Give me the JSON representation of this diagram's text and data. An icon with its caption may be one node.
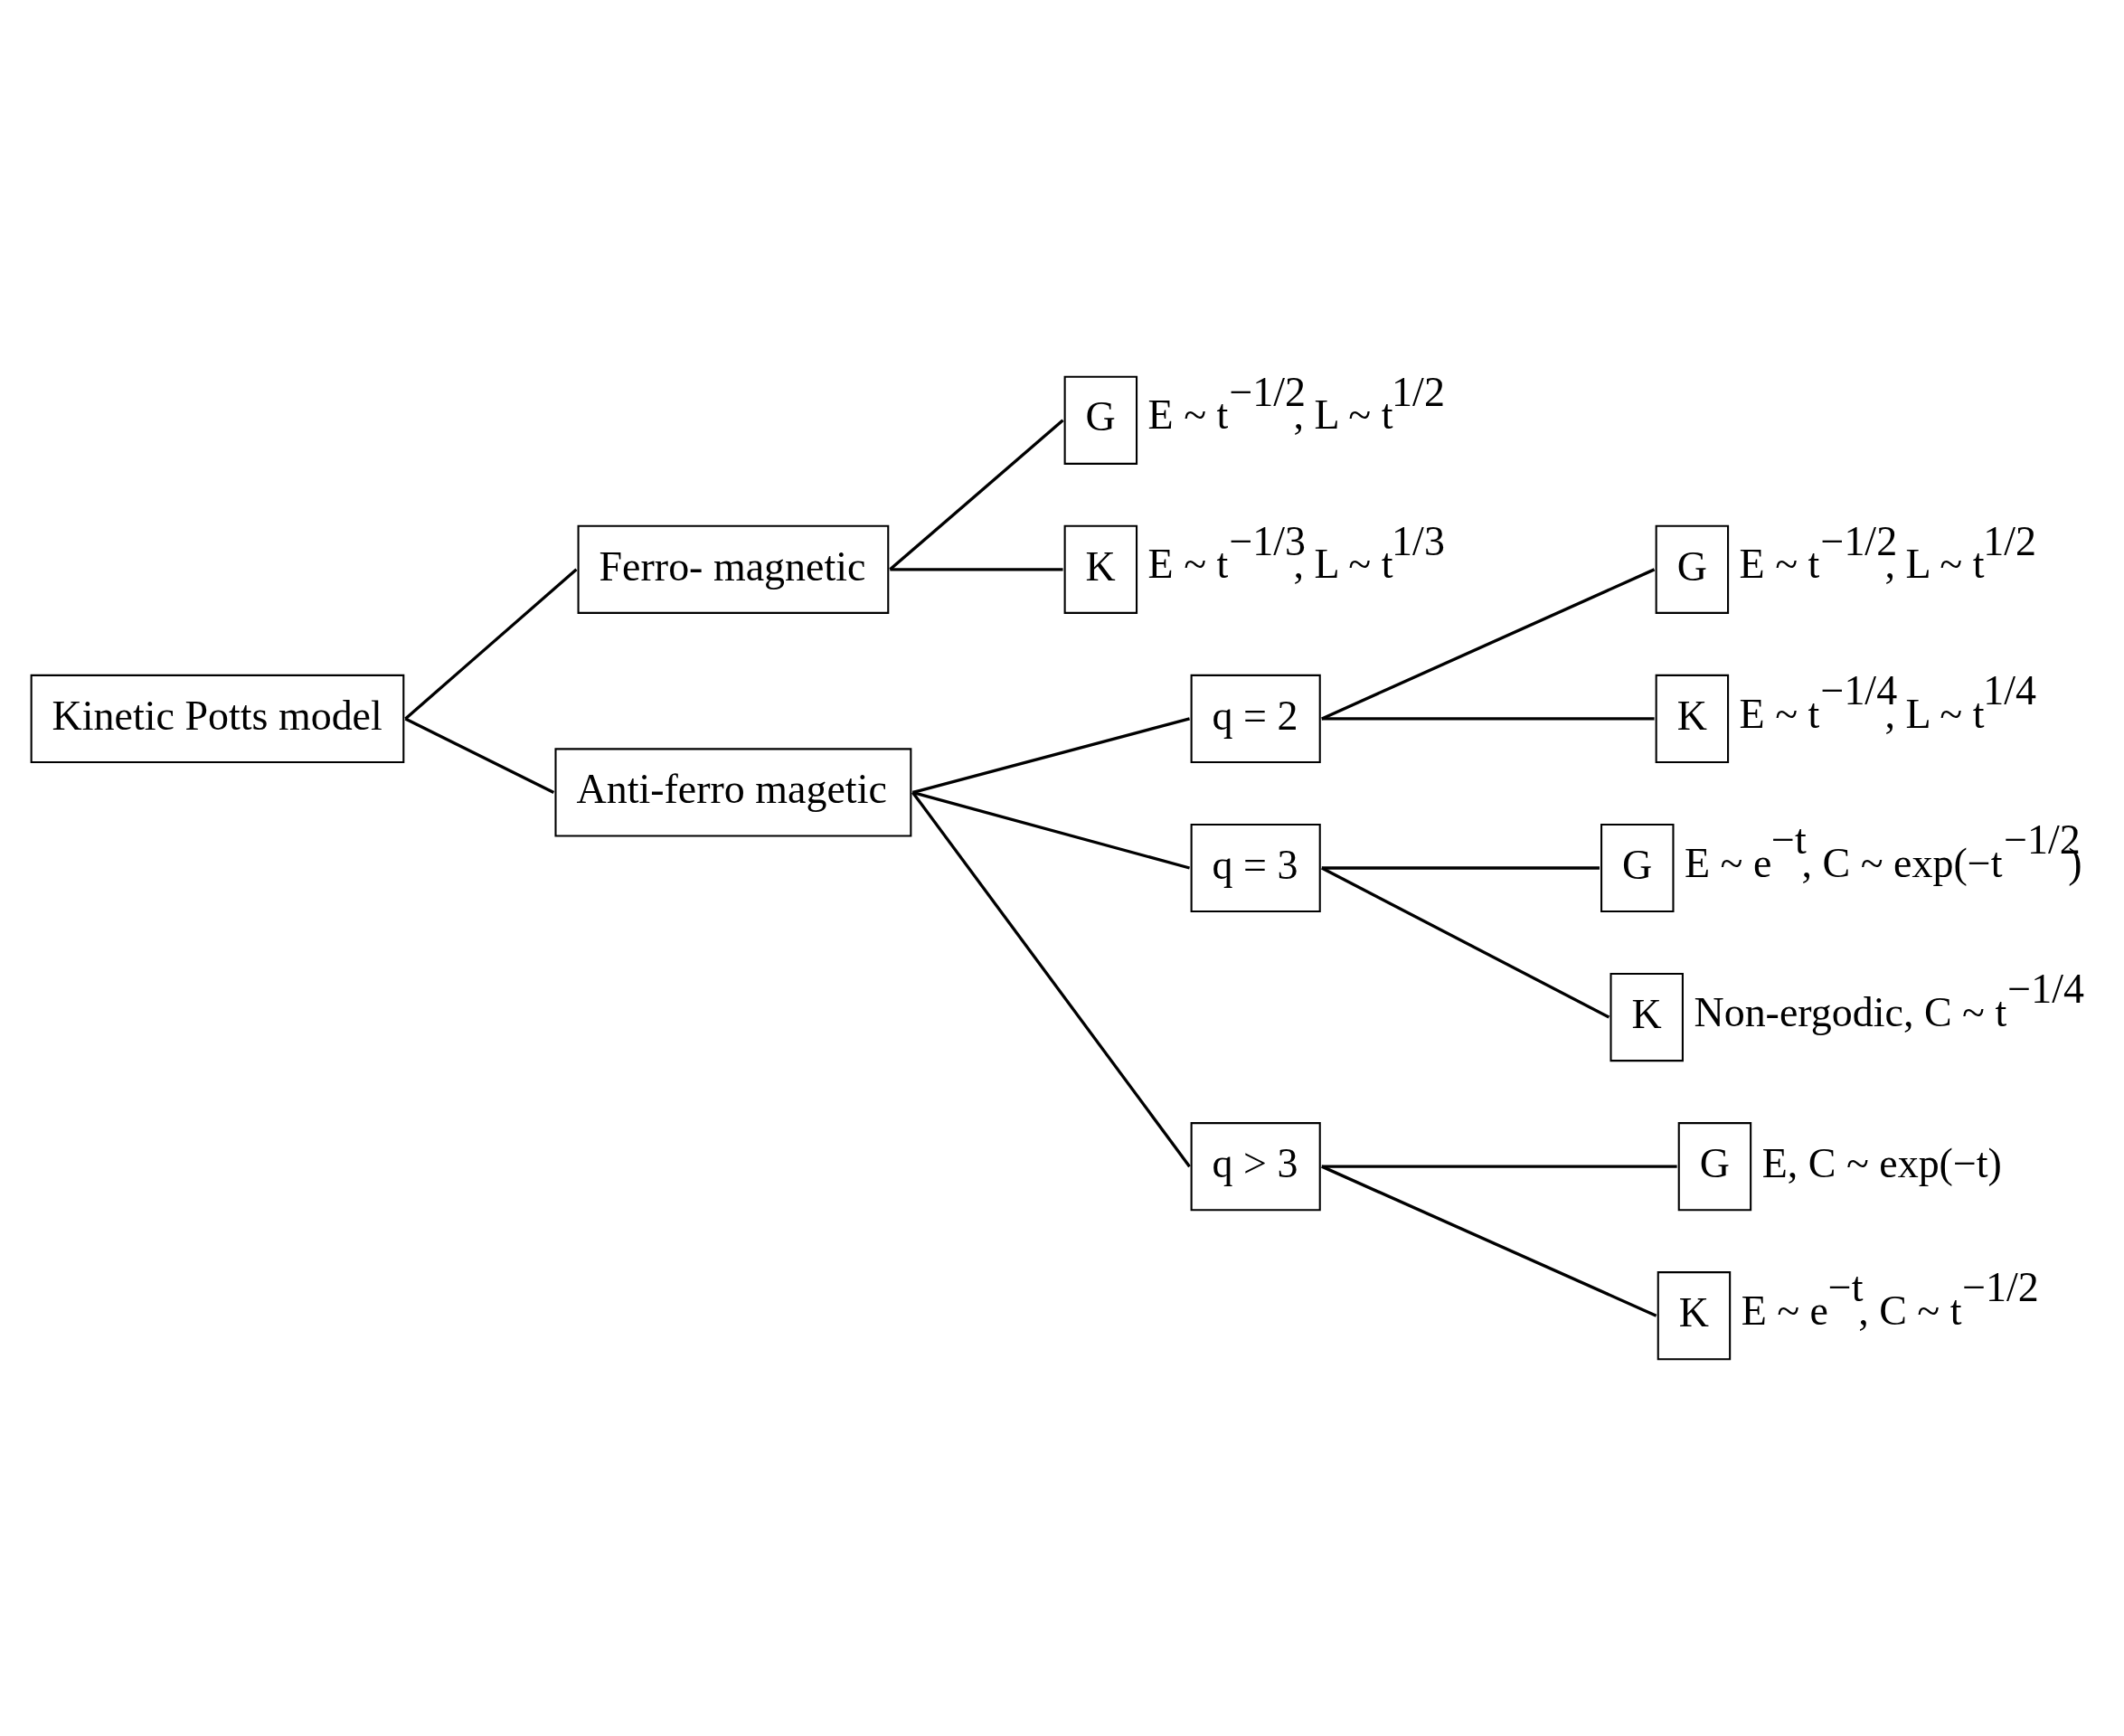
{
  "diagram": {
    "nodes": [
      {
        "text": [
          "Kinetic Potts model"
        ]
      },
      {
        "text": [
          "Ferro- magnetic"
        ]
      },
      {
        "text": [
          "G"
        ],
        "beside": [
          "E ~ t$^{−1/2}$, L ~ t$^{1/2}$"
        ]
      },
      {
        "text": [
          "K"
        ],
        "beside": [
          "E ~ t$^{−1/3}$, L ~ t$^{1/3}$"
        ]
      },
      {
        "text": [
          "Anti-ferro magetic"
        ]
      },
      {
        "text": [
          "q = 2"
        ]
      },
      {
        "text": [
          "G"
        ],
        "beside": [
          "E ~ t$^{−1/2}$, L ~ t$^{1/2}$"
        ]
      },
      {
        "text": [
          "K"
        ],
        "beside": [
          "E ~ t$^{−1/4}$, L ~ t$^{1/4}$"
        ]
      },
      {
        "text": [
          "q = 3"
        ]
      },
      {
        "text": [
          "G"
        ],
        "beside": [
          "E ~ e$^{−t}$, C ~ exp(−t$^{−1/2}$)"
        ]
      },
      {
        "text": [
          "K"
        ],
        "beside": [
          "Non-ergodic, C ~ t$^{−1/4}$"
        ]
      },
      {
        "text": [
          "q > 3"
        ]
      },
      {
        "text": [
          "G"
        ],
        "beside": [
          "E, C ~ exp(−t)"
        ]
      },
      {
        "text": [
          "K"
        ],
        "beside": [
          "E ~ e$^{−t}$, C ~ t$^{−1/2}$"
        ]
      }
    ],
    "edges": [
      {
        "from": 0,
        "to": 1,
        "arrow": "none"
      },
      {
        "from": 0,
        "to": 4,
        "arrow": "none"
      },
      {
        "from": 1,
        "to": 2,
        "arrow": "none"
      },
      {
        "from": 1,
        "to": 3,
        "arrow": "none"
      },
      {
        "from": 4,
        "to": 5,
        "arrow": "none"
      },
      {
        "from": 4,
        "to": 8,
        "arrow": "none"
      },
      {
        "from": 4,
        "to": 11,
        "arrow": "none"
      },
      {
        "from": 5,
        "to": 6,
        "arrow": "none"
      },
      {
        "from": 5,
        "to": 7,
        "arrow": "none"
      },
      {
        "from": 8,
        "to": 9,
        "arrow": "none"
      },
      {
        "from": 8,
        "to": 10,
        "arrow": "none"
      },
      {
        "from": 11,
        "to": 12,
        "arrow": "none"
      },
      {
        "from": 11,
        "to": 13,
        "arrow": "none"
      }
    ]
  }
}
